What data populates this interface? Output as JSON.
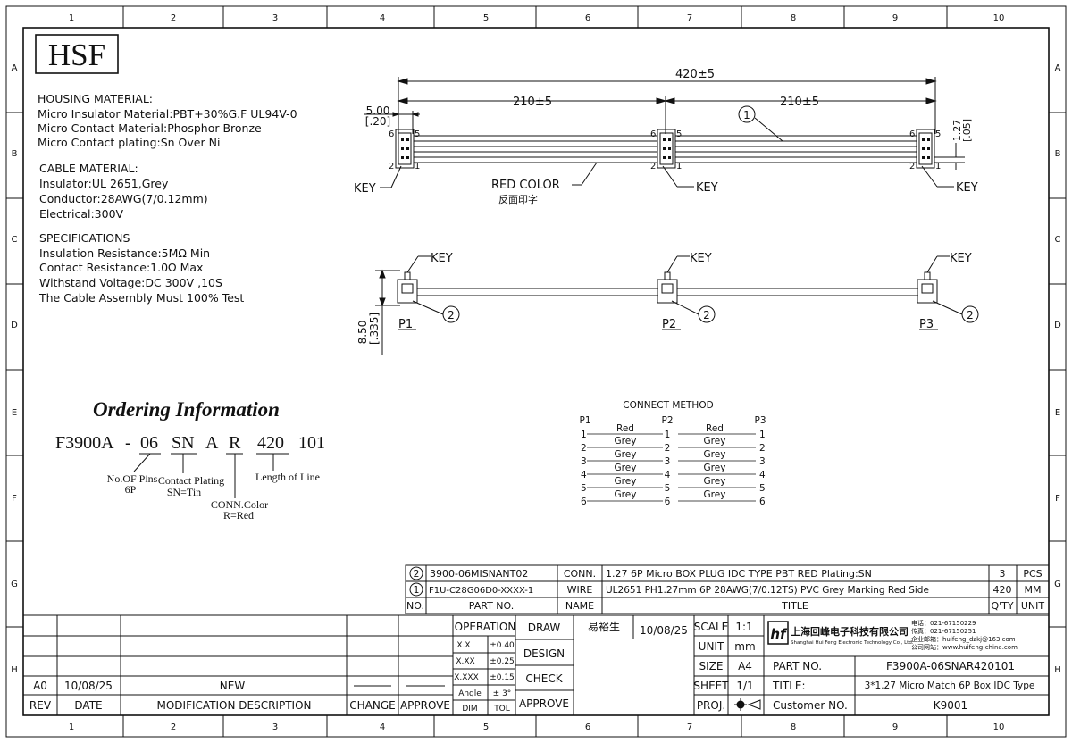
{
  "border": {
    "columns": [
      "1",
      "2",
      "3",
      "4",
      "5",
      "6",
      "7",
      "8",
      "9",
      "10"
    ],
    "rows": [
      "A",
      "B",
      "C",
      "D",
      "E",
      "F",
      "G",
      "H"
    ]
  },
  "logo": "HSF",
  "notes": {
    "housing_title": "HOUSING MATERIAL:",
    "housing": [
      "Micro Insulator Material:PBT+30%G.F UL94V-0",
      "Micro Contact Material:Phosphor Bronze",
      "Micro Contact plating:Sn Over Ni"
    ],
    "cable_title": "CABLE MATERIAL:",
    "cable": [
      "Insulator:UL 2651,Grey",
      "Conductor:28AWG(7/0.12mm)",
      "Electrical:300V"
    ],
    "spec_title": "SPECIFICATIONS",
    "spec": [
      "Insulation Resistance:5MΩ Min",
      "Contact Resistance:1.0Ω Max",
      "Withstand Voltage:DC 300V ,10S",
      "The Cable Assembly Must 100% Test"
    ]
  },
  "top_view": {
    "overall": "420±5",
    "half_left": "210±5",
    "half_right": "210±5",
    "pitch_mm": "5.00",
    "pitch_in": "[.20]",
    "wire_pitch_mm": "1.27",
    "wire_pitch_in": "[.05]",
    "balloon_1": "1",
    "pin_6": "6",
    "pin_5": "5",
    "pin_2": "2",
    "pin_1": "1",
    "key": "KEY",
    "red_color": "RED COLOR",
    "red_color_cn": "反面印字"
  },
  "side_view": {
    "key": "KEY",
    "height_mm": "8.50",
    "height_in": "[.335]",
    "p1": "P1",
    "p2": "P2",
    "p3": "P3",
    "balloon_2": "2"
  },
  "connect_method": {
    "title": "CONNECT METHOD",
    "h_p1": "P1",
    "h_p2": "P2",
    "h_p3": "P3",
    "rows": [
      {
        "n": "1",
        "a": "Red",
        "b": "Red"
      },
      {
        "n": "2",
        "a": "Grey",
        "b": "Grey"
      },
      {
        "n": "3",
        "a": "Grey",
        "b": "Grey"
      },
      {
        "n": "4",
        "a": "Grey",
        "b": "Grey"
      },
      {
        "n": "5",
        "a": "Grey",
        "b": "Grey"
      },
      {
        "n": "6",
        "a": "Grey",
        "b": "Grey"
      }
    ]
  },
  "ordering": {
    "title": "Ordering Information",
    "parts": [
      "F3900A",
      "-",
      "06",
      "SN",
      "A",
      "R",
      "420",
      "101"
    ],
    "lbl_pins": "No.OF Pins",
    "lbl_pins_val": "6P",
    "lbl_plating": "Contact Plating",
    "lbl_plating_val": "SN=Tin",
    "lbl_color": "CONN.Color",
    "lbl_color_val": "R=Red",
    "lbl_length": "Length of Line"
  },
  "bom": {
    "rows": [
      {
        "no": "2",
        "part": "3900-06MISNANT02",
        "name": "CONN.",
        "title": "1.27 6P Micro BOX PLUG IDC TYPE PBT RED Plating:SN",
        "qty": "3",
        "unit": "PCS"
      },
      {
        "no": "1",
        "part": "F1U-C28G06D0-XXXX-1",
        "name": "WIRE",
        "title": "UL2651 PH1.27mm 6P 28AWG(7/0.12TS) PVC Grey Marking Red Side",
        "qty": "420",
        "unit": "MM"
      }
    ],
    "header": {
      "no": "NO.",
      "part": "PART NO.",
      "name": "NAME",
      "title": "TITLE",
      "qty": "Q'TY",
      "unit": "UNIT"
    }
  },
  "revision": {
    "rev": "A0",
    "date": "10/08/25",
    "desc": "NEW",
    "h_rev": "REV",
    "h_date": "DATE",
    "h_desc": "MODIFICATION DESCRIPTION",
    "h_change": "CHANGE",
    "h_approve": "APPROVE"
  },
  "tolerance": {
    "operation": "OPERATION",
    "rows": [
      [
        "X.X",
        "±0.40"
      ],
      [
        "X.XX",
        "±0.25"
      ],
      [
        "X.XXX",
        "±0.15"
      ],
      [
        "Angle",
        "± 3°"
      ]
    ],
    "dim": "DIM",
    "tol": "TOL"
  },
  "approvals": {
    "draw": "DRAW",
    "drawer": "易裕生",
    "date": "10/08/25",
    "design": "DESIGN",
    "check": "CHECK",
    "approve": "APPROVE"
  },
  "title_block": {
    "scale_lbl": "SCALE",
    "scale": "1:1",
    "unit_lbl": "UNIT",
    "unit": "mm",
    "size_lbl": "SIZE",
    "size": "A4",
    "sheet_lbl": "SHEET",
    "sheet": "1/1",
    "proj_lbl": "PROJ.",
    "company_logo": "hf",
    "company_cn": "上海回峰电子科技有限公司",
    "company_en": "Shanghai Hui Feng Electronic Technology Co., Ltd.",
    "tel": "电话：021-67150229",
    "fax": "传真：021-67150251",
    "email": "企业邮箱：huifeng_dzkj@163.com",
    "web": "公司网站：www.huifeng-china.com",
    "part_lbl": "PART NO.",
    "part_no": "F3900A-06SNAR420101",
    "title_lbl": "TITLE:",
    "title": "3*1.27 Micro Match 6P Box IDC Type",
    "customer_lbl": "Customer NO.",
    "customer": "K9001"
  }
}
